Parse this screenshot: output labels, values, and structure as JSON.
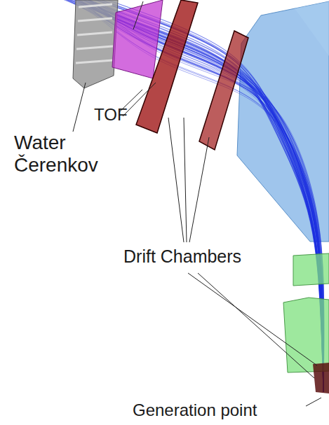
{
  "diagram": {
    "labels": [
      "Water Čerenkov",
      "TOF",
      "Drift Chambers",
      "Generation point"
    ]
  }
}
